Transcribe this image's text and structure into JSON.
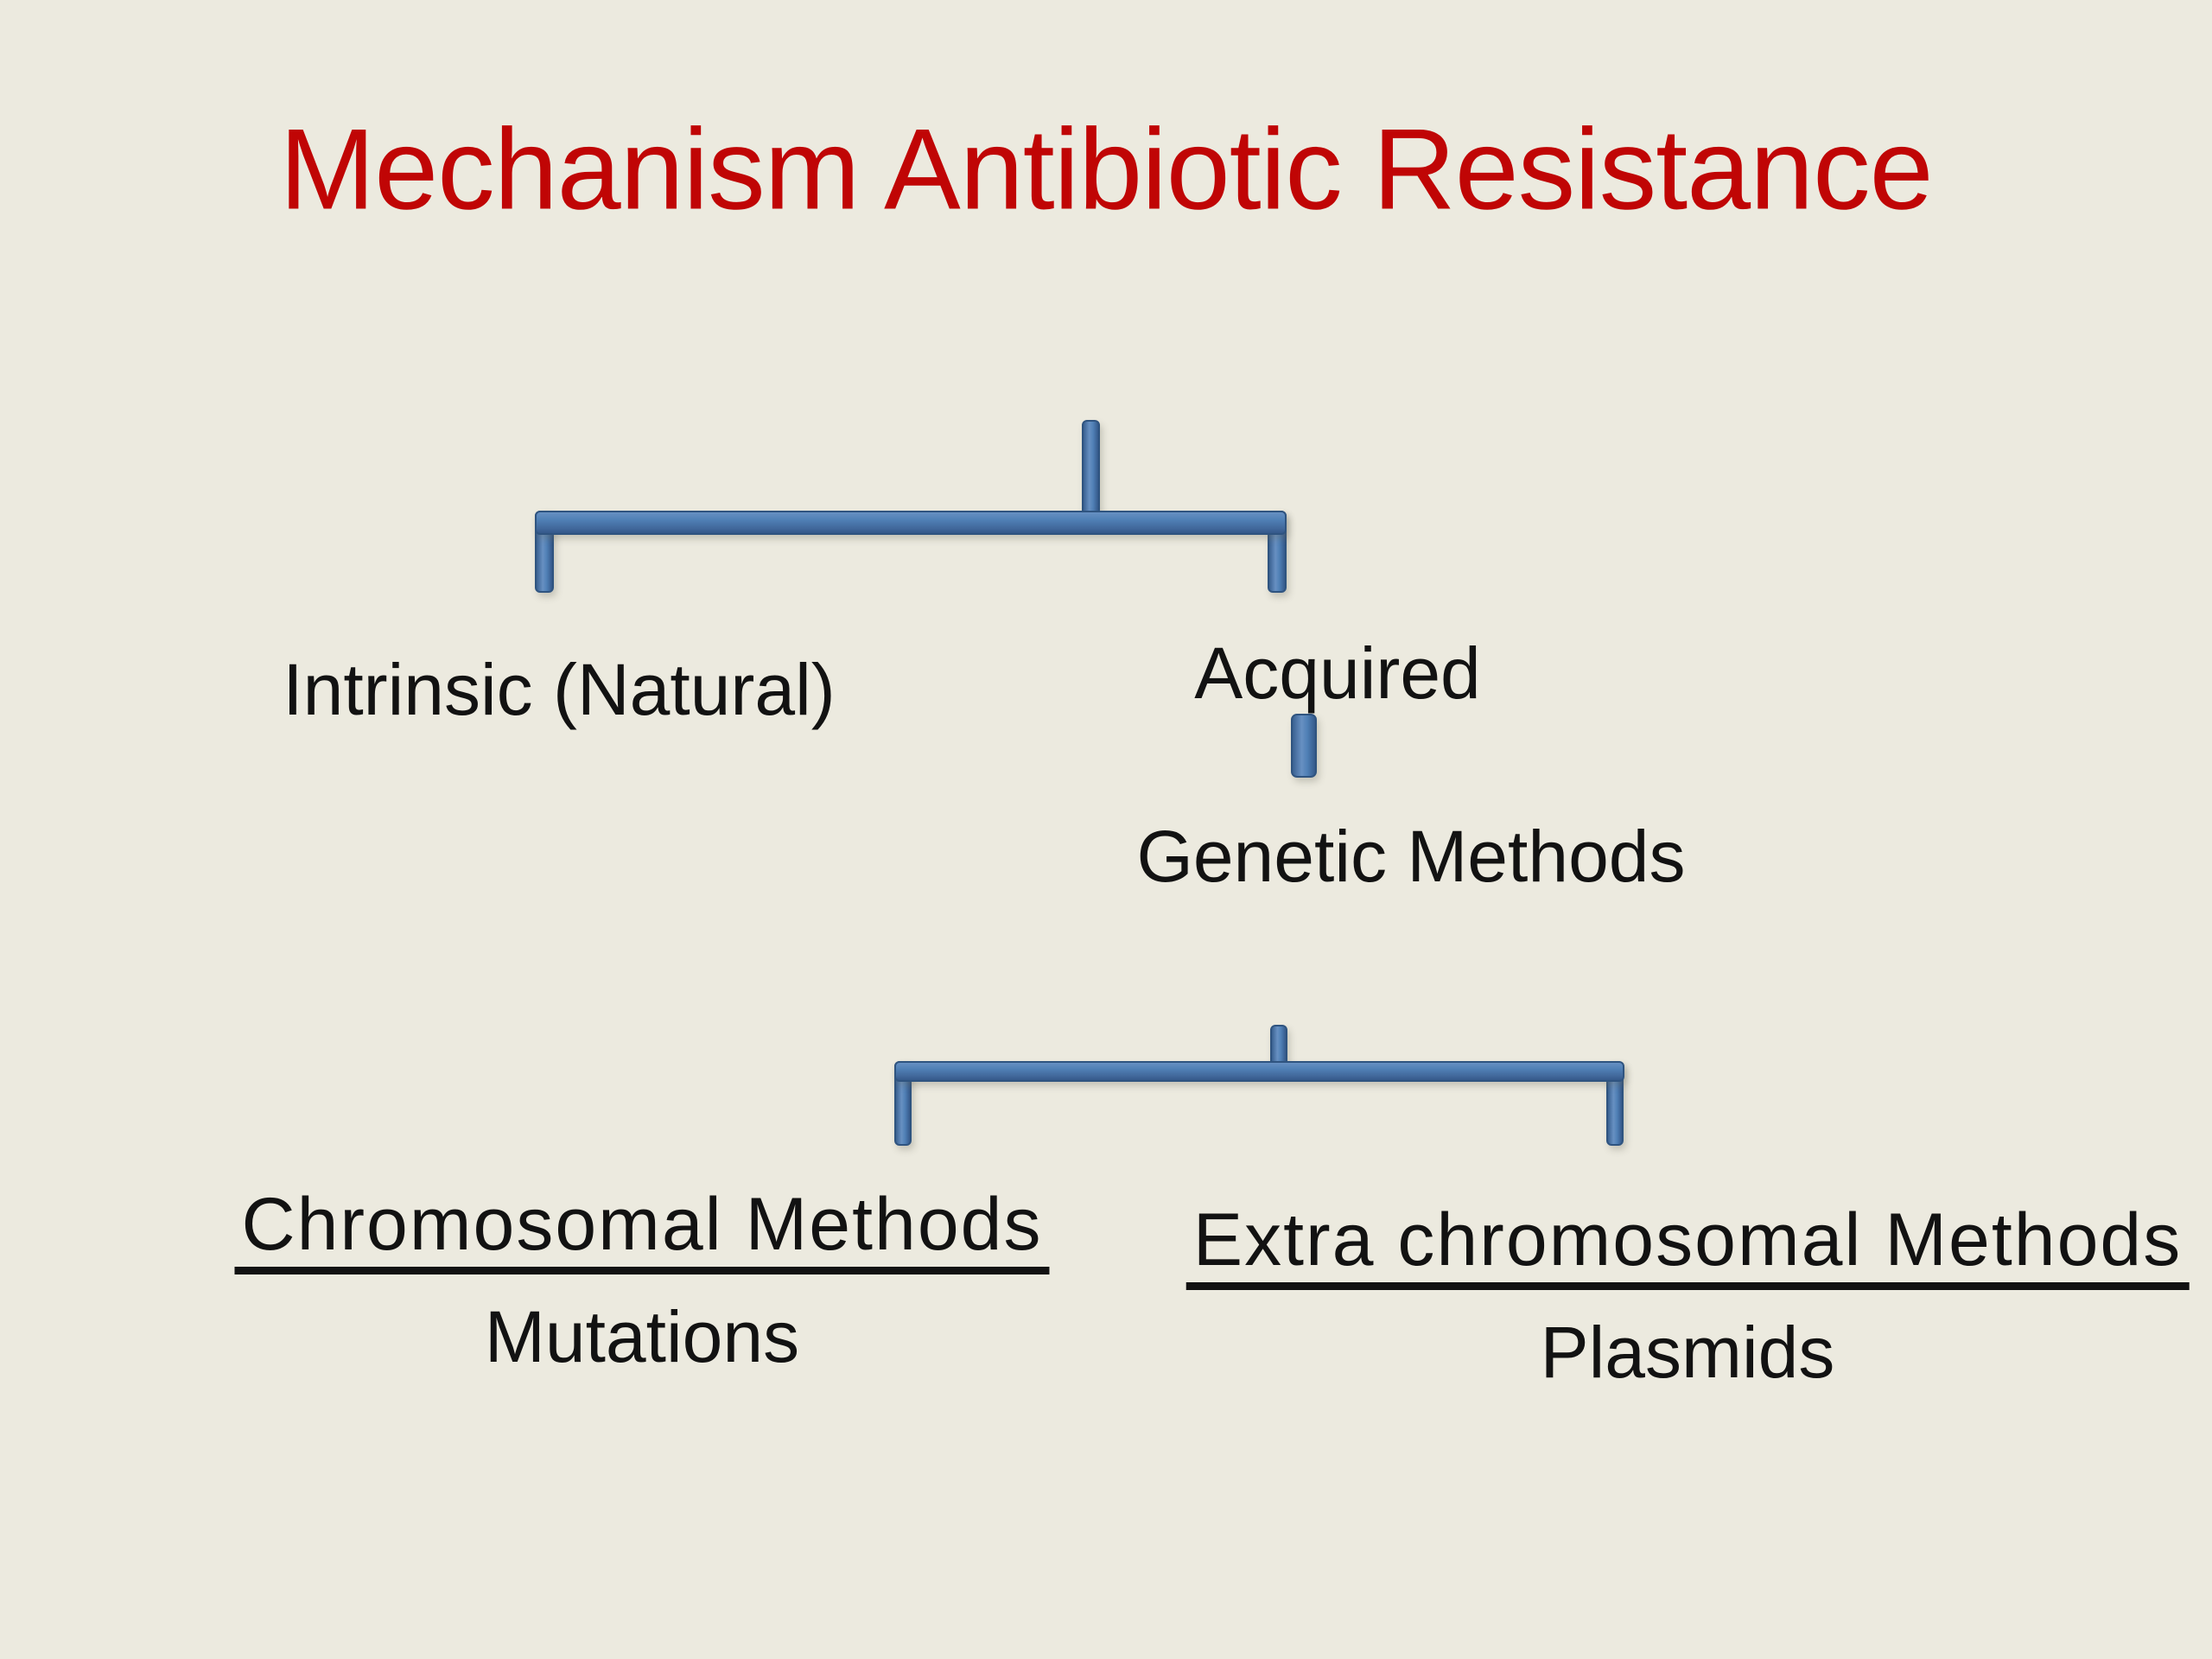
{
  "slide": {
    "title": "Mechanism Antibiotic Resistance",
    "colors": {
      "background": "#eceadf",
      "title": "#c00505",
      "text": "#121212",
      "connector_fill": "#4d7bb2",
      "connector_edge": "#2f5480"
    }
  },
  "diagram": {
    "root_children": [
      {
        "label": "Intrinsic (Natural)"
      },
      {
        "label": "Acquired"
      }
    ],
    "acquired_child": {
      "label": "Genetic Methods"
    },
    "genetic_children": [
      {
        "heading": "Chromosomal Methods",
        "subtext": "Mutations"
      },
      {
        "heading": "Extra chromosomal Methods",
        "subtext": "Plasmids"
      }
    ]
  }
}
